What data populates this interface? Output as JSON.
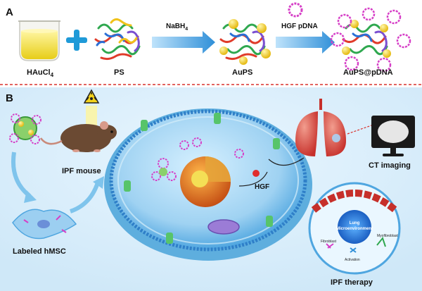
{
  "panels": {
    "a": {
      "letter": "A",
      "reagents": {
        "gold_salt": "HAuCl",
        "gold_salt_subscript": "4",
        "polymer": "PS",
        "reducer": "NaBH",
        "reducer_subscript": "4",
        "intermediate": "AuPS",
        "gene": "HGF pDNA",
        "product": "AuPS@pDNA"
      },
      "operator": "+"
    },
    "b": {
      "letter": "B",
      "labels": {
        "mouse": "IPF mouse",
        "cells": "Labeled hMSC",
        "ct": "CT imaging",
        "therapy": "IPF therapy",
        "secreted": "HGF",
        "microenv_line1": "Lung",
        "microenv_line2": "Microenvironment",
        "fibroblast": "Fibroblast",
        "activation": "Activation",
        "myofibroblast": "Myofibroblast"
      }
    }
  },
  "colors": {
    "divider": "#d9302c",
    "arrow_blue": "#2f8fd8",
    "cell_blue": "#4fa6e0",
    "gold": "#f0d23a",
    "magenta": "#d63fc7",
    "lung": "#d9433f"
  }
}
